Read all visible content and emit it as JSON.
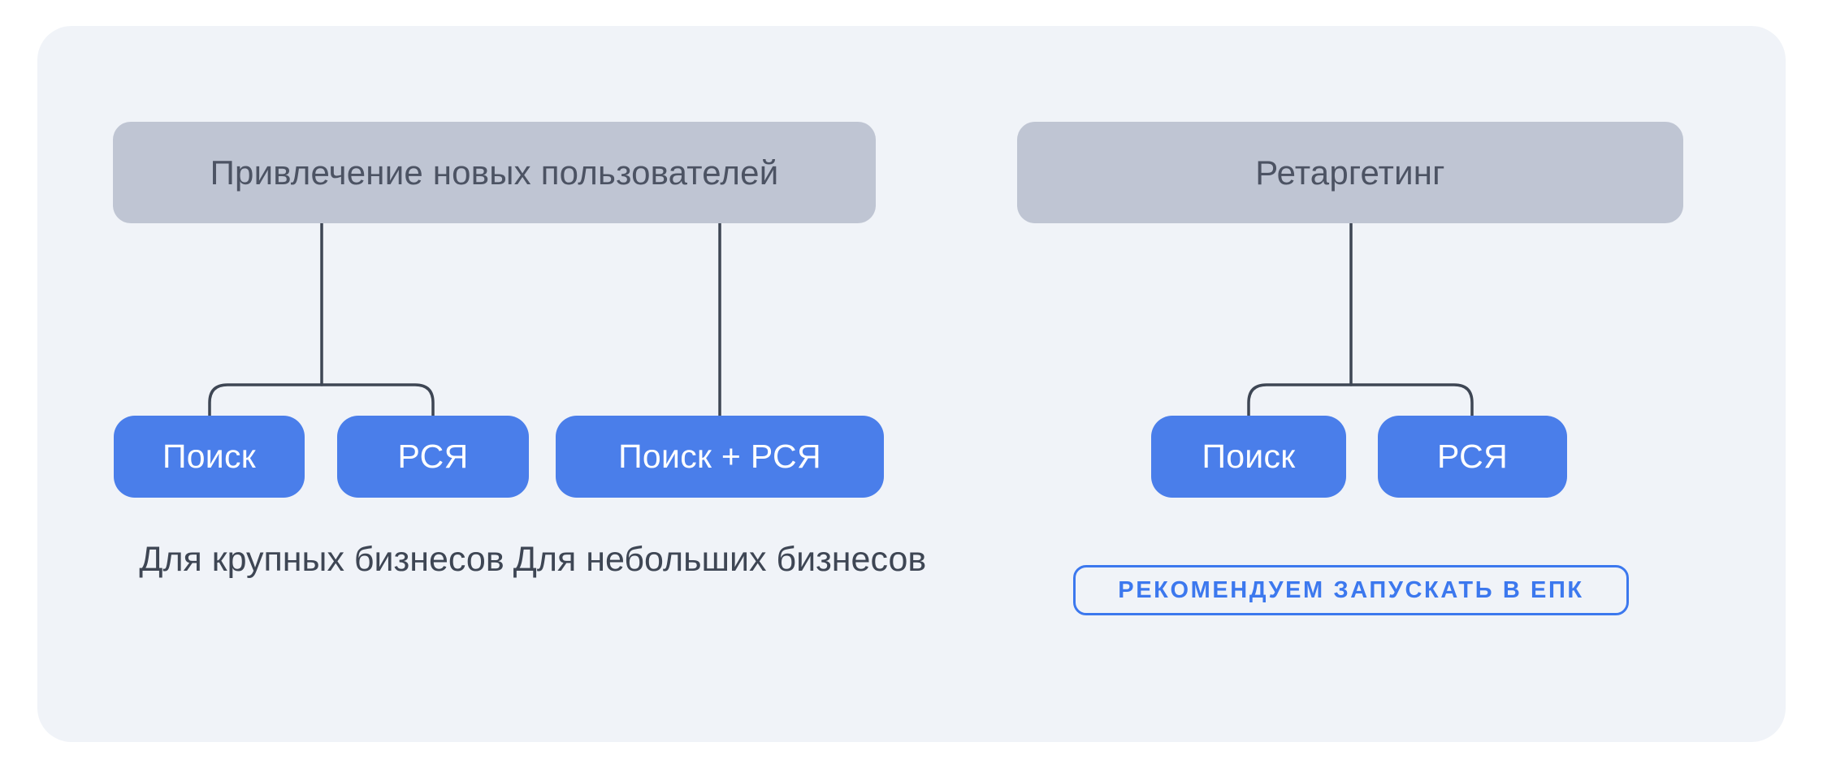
{
  "colors": {
    "page-bg": "#ffffff",
    "panel-bg": "#f0f3f8",
    "node-gray": "#bfc5d3",
    "node-gray-text": "#4c5363",
    "node-blue": "#4a7eea",
    "node-blue-text": "#ffffff",
    "note-text": "#3e4654",
    "connector": "#3e4654",
    "badge-accent": "#3c78ee"
  },
  "diagram": {
    "groups": [
      {
        "header": "Привлечение новых пользователей",
        "channels": [
          "Поиск",
          "РСЯ",
          "Поиск + РСЯ"
        ],
        "notes": [
          "Для крупных бизнесов",
          "Для небольших бизнесов"
        ]
      },
      {
        "header": "Ретаргетинг",
        "channels": [
          "Поиск",
          "РСЯ"
        ],
        "badge": "РЕКОМЕНДУЕМ ЗАПУСКАТЬ В ЕПК"
      }
    ]
  }
}
